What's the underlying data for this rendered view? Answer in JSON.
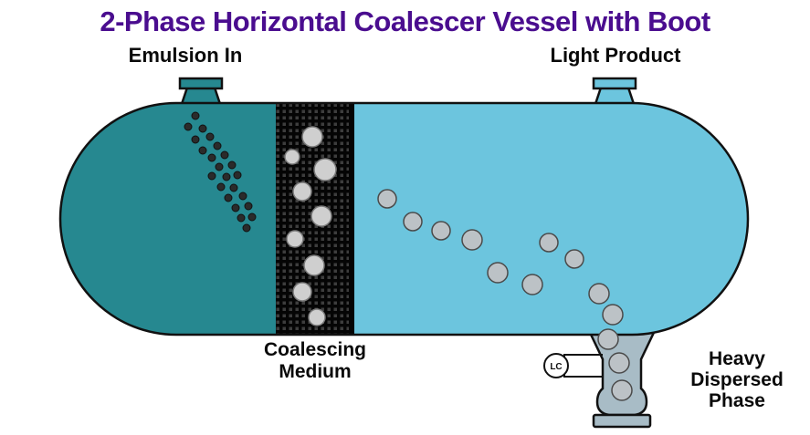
{
  "title": {
    "text": "2-Phase Horizontal Coalescer Vessel with Boot",
    "color": "#4a0d8f"
  },
  "labels": {
    "emulsion_in": "Emulsion In",
    "light_product": "Light Product",
    "coalescing_medium": [
      "Coalescing",
      "Medium"
    ],
    "heavy_dispersed_phase": [
      "Heavy",
      "Dispersed",
      "Phase"
    ],
    "level_controller": "LC"
  },
  "colors": {
    "title_text": "#4a0d8f",
    "label_text": "#0a0a0a",
    "emulsion_side": "#268890",
    "light_product_side": "#6cc5de",
    "coalescing_medium_black": "#050505",
    "coalescing_medium_mesh": "#3d3d3d",
    "droplet_fill": "#bcc2c6",
    "medium_droplet_fill": "#cfcfcf",
    "emulsion_dot": "#2b2b2b",
    "boot_fill": "#a8bcc6",
    "outline": "#111111",
    "background": "#ffffff",
    "instrument_fill": "#ffffff"
  }
}
